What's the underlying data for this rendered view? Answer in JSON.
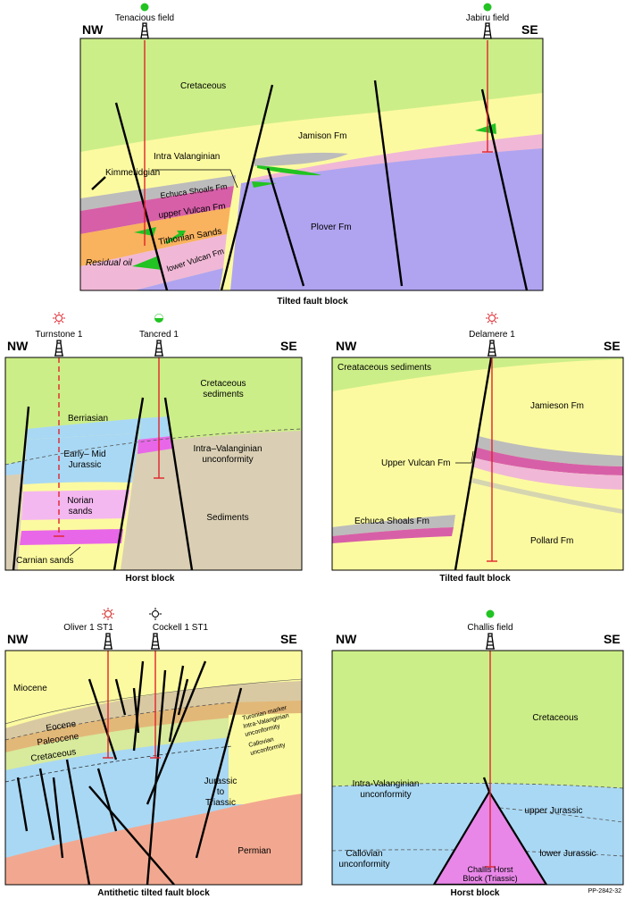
{
  "directions": {
    "nw": "NW",
    "se": "SE"
  },
  "panel_top": {
    "caption": "Tilted fault block",
    "wells": [
      "Tenacious field",
      "Jabiru field"
    ],
    "labels": {
      "cretaceous": "Cretaceous",
      "jamison": "Jamison Fm",
      "intra_valanginian": "Intra Valanginian",
      "kimmeridgian": "Kimmeridgian",
      "echuca": "Echuca Shoals Fm",
      "upper_vulcan": "upper Vulcan Fm",
      "tithonian": "Tithonian Sands",
      "residual_oil": "Residual oil",
      "lower_vulcan": "lower Vulcan Fm",
      "plover": "Plover Fm"
    }
  },
  "panel_mid_left": {
    "caption": "Horst block",
    "wells": [
      "Turnstone 1",
      "Tancred 1"
    ],
    "labels": {
      "cretaceous_1": "Cretaceous",
      "cretaceous_2": "sediments",
      "berriasian": "Berriasian",
      "early_mid_1": "Early– Mid",
      "early_mid_2": "Jurassic",
      "intra_val_1": "Intra–Valanginian",
      "intra_val_2": "unconformity",
      "norian_1": "Norian",
      "norian_2": "sands",
      "sediments": "Sediments",
      "carnian": "Carnian sands"
    }
  },
  "panel_mid_right": {
    "caption": "Tilted fault block",
    "wells": [
      "Delamere 1"
    ],
    "labels": {
      "creataceous": "Creataceous sediments",
      "jamieson": "Jamieson Fm",
      "upper_vulcan": "Upper Vulcan Fm",
      "echuca": "Echuca Shoals Fm",
      "pollard": "Pollard Fm"
    }
  },
  "panel_bot_left": {
    "caption": "Antithetic tilted fault block",
    "wells": [
      "Oliver 1 ST1",
      "Cockell 1 ST1"
    ],
    "labels": {
      "miocene": "Miocene",
      "eocene": "Eocene",
      "paleocene": "Paleocene",
      "cretaceous": "Cretaceous",
      "turonian_1": "Turonian marker",
      "turonian_2": "Intra-Valanginian",
      "turonian_3": "unconformity",
      "callovian_1": "Callovian",
      "callovian_2": "unconformity",
      "jurassic_1": "Jurassic",
      "jurassic_2": "to",
      "jurassic_3": "Triassic",
      "permian": "Permian"
    }
  },
  "panel_bot_right": {
    "caption": "Horst block",
    "wells": [
      "Challis field"
    ],
    "labels": {
      "cretaceous": "Cretaceous",
      "intra_val_1": "Intra-Valanginian",
      "intra_val_2": "unconformity",
      "upper_jurassic": "upper Jurassic",
      "callovian_1": "Callovian",
      "callovian_2": "unconformity",
      "lower_jurassic": "lower Jurassic",
      "horst_1": "Challis Horst",
      "horst_2": "Block (Triassic)"
    },
    "ref": "PP-2842-32"
  },
  "colors": {
    "cretaceous_green": "#ccee88",
    "jurassic_yellow": "#fcfaa0",
    "plover_purple": "#b0a4f0",
    "vulcan_magenta": "#d75fa8",
    "pink": "#f0b8d6",
    "orange": "#f9b25e",
    "oil_green": "#22c322",
    "grey_shoals": "#bcbcbc",
    "sediment_tan": "#dacfb4",
    "blue": "#a9d8f4",
    "permian_salmon": "#f2a890",
    "horst_pink": "#e887e8",
    "well_red": "#e0232b"
  }
}
